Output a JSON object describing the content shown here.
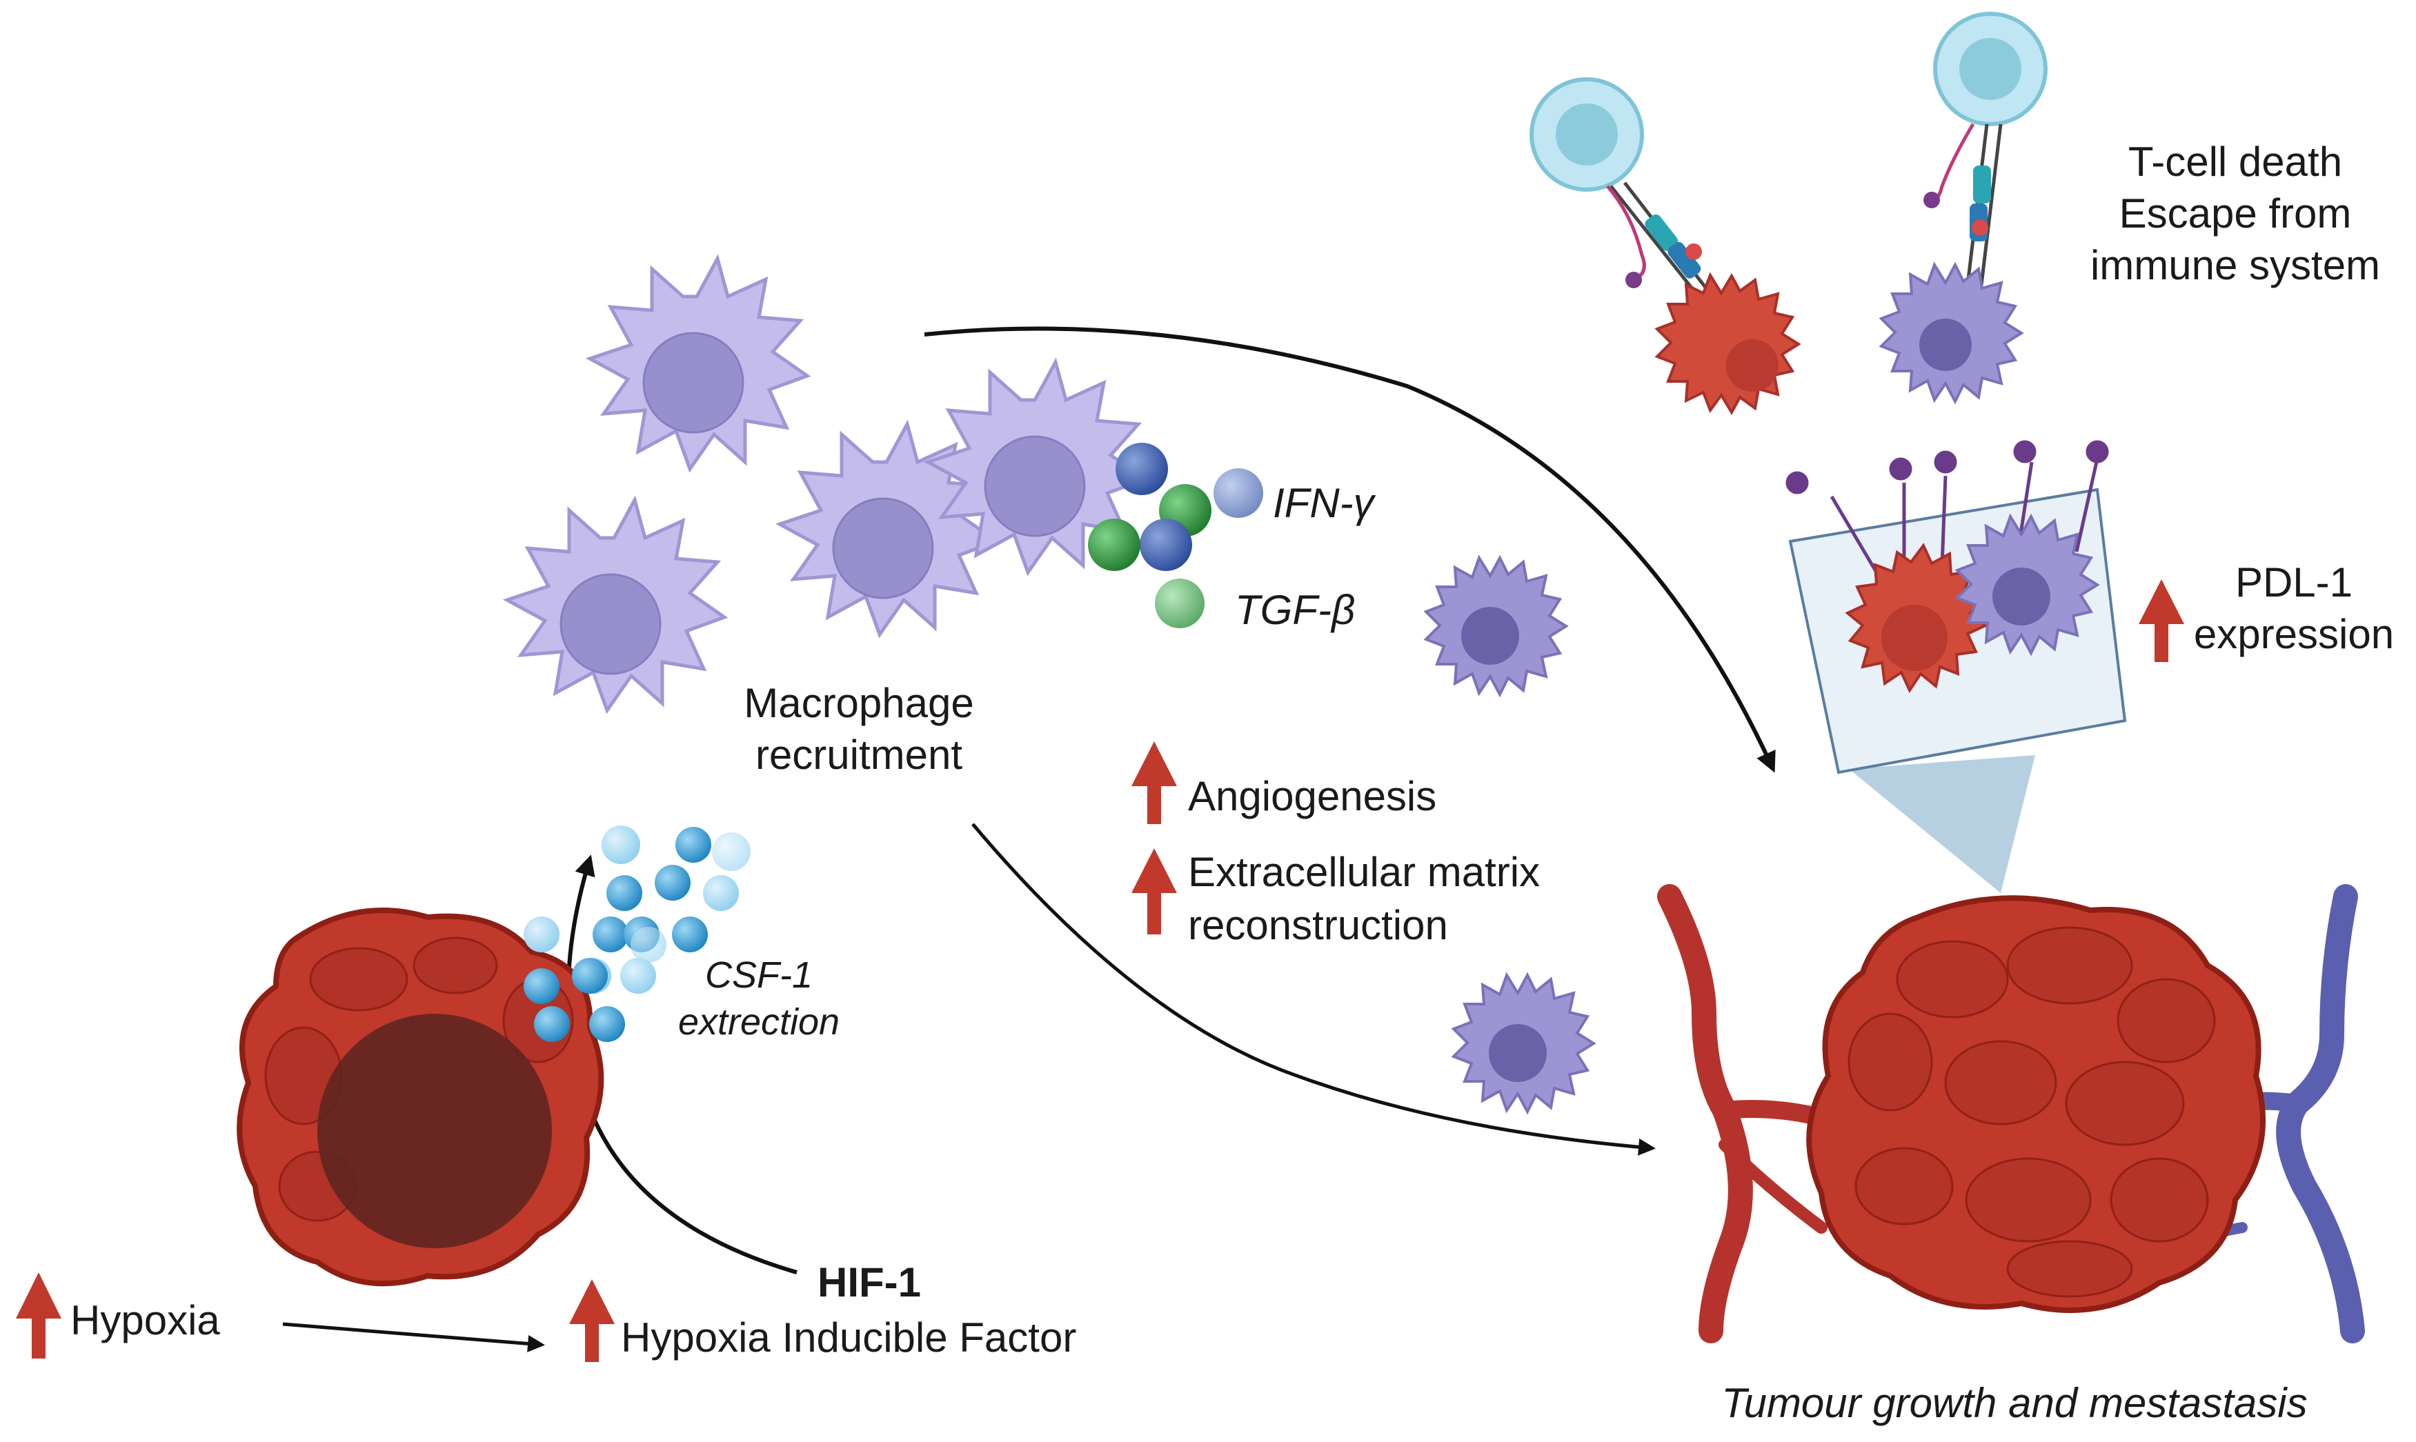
{
  "labels": {
    "tcell_line1": "T-cell death",
    "tcell_line2": "Escape from",
    "tcell_line3": "immune system",
    "macrophage_line1": "Macrophage",
    "macrophage_line2": "recruitment",
    "ifn": "IFN-γ",
    "tgf": "TGF-β",
    "pdl1_line1": "PDL-1",
    "pdl1_line2": "expression",
    "angiogenesis": "Angiogenesis",
    "ecm_line1": "Extracellular matrix",
    "ecm_line2": "reconstruction",
    "csf_line1": "CSF-1",
    "csf_line2": "extrection",
    "hif_short": "HIF-1",
    "hif_full": "Hypoxia Inducible Factor",
    "hypoxia": "Hypoxia",
    "tumour_growth": "Tumour growth and mestastasis"
  },
  "colors": {
    "tumour": "#c0392b",
    "tumour_dark": "#8e1f15",
    "macrophage": "#bdb7e8",
    "macrophage_nucleus": "#8f88c9",
    "small_cell": "#9890cc",
    "tcell": "#b9e3ef",
    "tcell_nucleus": "#8cc8d6",
    "artery": "#b5332c",
    "vein": "#5b5fb0",
    "up_arrow": "#c0392b",
    "csf_bead": "#2e9fd6",
    "ifn_bead": "#3a5ba8",
    "tgf_bead": "#2e8b3a"
  }
}
